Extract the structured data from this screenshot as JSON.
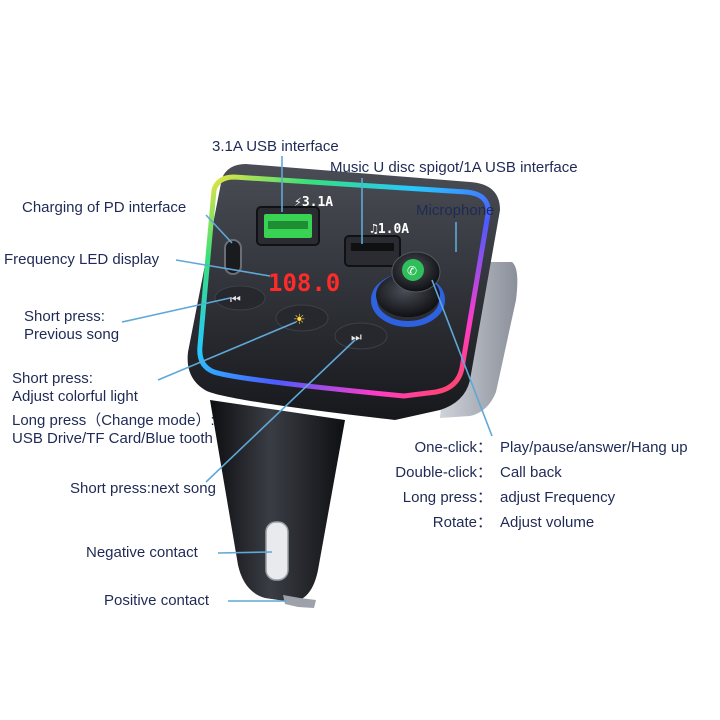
{
  "labels": {
    "usb_31a": "3.1A USB interface",
    "music_usb": "Music U disc spigot/1A USB interface",
    "pd_charging": "Charging of PD interface",
    "microphone": "Microphone",
    "frequency_display": "Frequency LED display",
    "prev_song_line1": "Short press:",
    "prev_song_line2": "Previous song",
    "light_line1": "Short press:",
    "light_line2": "Adjust colorful light",
    "mode_line1": "Long press（Change mode）:",
    "mode_line2": "USB Drive/TF Card/Blue tooth",
    "next_song": "Short press:next song",
    "negative_contact": "Negative contact",
    "positive_contact": "Positive contact"
  },
  "knob_functions": [
    {
      "key": "One-click：",
      "value": "Play/pause/answer/Hang up"
    },
    {
      "key": "Double-click：",
      "value": "Call back"
    },
    {
      "key": "Long press：",
      "value": "adjust Frequency"
    },
    {
      "key": "Rotate：",
      "value": "Adjust volume"
    }
  ],
  "device": {
    "frequency_reading": "108.0",
    "usb_port_1_badge": "⚡3.1A",
    "usb_port_2_badge": "♫1.0A"
  },
  "colors": {
    "label_text": "#1f2a55",
    "leader_line": "#5fa8d8",
    "led_red": "#ff2a2a",
    "usb_green": "#39d353"
  },
  "icons": {
    "prev": "previous-track-icon",
    "light": "light-bulb-icon",
    "next": "next-track-icon",
    "phone": "phone-icon"
  }
}
